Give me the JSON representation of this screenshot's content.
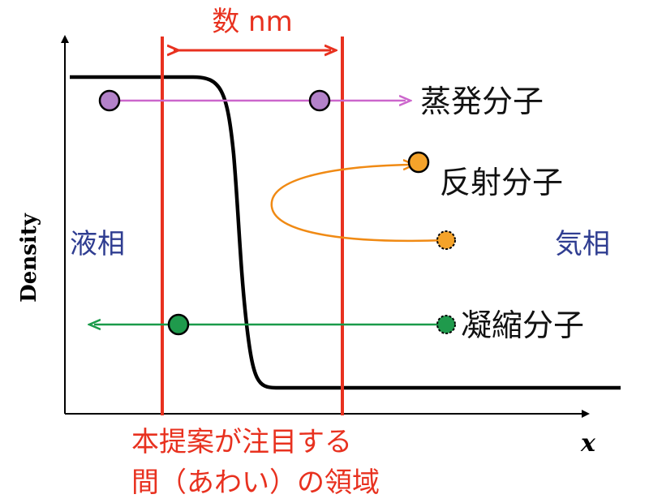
{
  "labels": {
    "width_label": "数 nm",
    "evaporation": "蒸発分子",
    "reflection": "反射分子",
    "condensation": "凝縮分子",
    "liquid_phase": "液相",
    "gas_phase": "気相",
    "region_line1": "本提案が注目する",
    "region_line2": "間（あわい）の領域",
    "y_axis": "Density",
    "x_axis": "x"
  },
  "colors": {
    "red": "#e8311f",
    "purple_dot": "#b382c9",
    "purple_arrow": "#cc66cc",
    "orange": "#f08a14",
    "orange_dot": "#f5a32a",
    "green": "#1a9b4a",
    "green_dot": "#1f9a4c",
    "phase_blue": "#2f3d91",
    "curve": "#000000"
  }
}
